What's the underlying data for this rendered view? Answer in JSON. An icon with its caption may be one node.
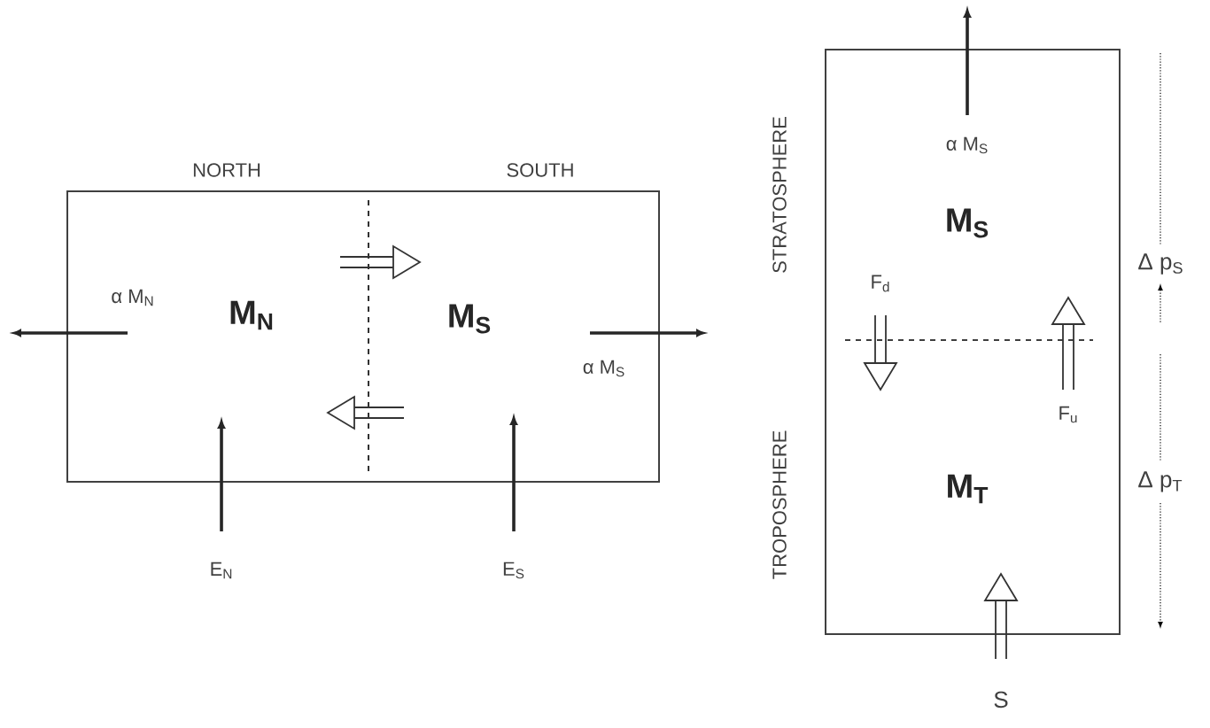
{
  "diagram": {
    "nodes": [
      {
        "text": [],
        "shape": "box"
      },
      {
        "text": [
          "M$_{N}$"
        ],
        "in": 0
      },
      {
        "text": [
          "M$_{S}$"
        ],
        "in": 0
      },
      {
        "text": [],
        "shape": "box"
      },
      {
        "text": [
          "M$_{S}$"
        ],
        "in": 3
      },
      {
        "text": [
          "M$_{T}$"
        ],
        "in": 3
      }
    ],
    "edges": [
      {
        "from": 1,
        "to": 2,
        "arrow": "to"
      },
      {
        "from": 2,
        "to": 1,
        "arrow": "to"
      },
      {
        "from": 4,
        "to": 5,
        "arrow": "to",
        "label": "F$_{d}$"
      },
      {
        "from": 5,
        "to": 4,
        "arrow": "to",
        "label": "F$_{u}$"
      }
    ],
    "labels": [
      "α M$_{S}$",
      "NORTH",
      "SOUTH",
      "STRATOSPHERE",
      "Δ p$_{S}$",
      "α M$_{N}$",
      "α M$_{S}$",
      "TROPOSPHERE",
      "Δ p$_{T}$",
      "E$_{N}$",
      "E$_{S}$",
      "S"
    ]
  }
}
